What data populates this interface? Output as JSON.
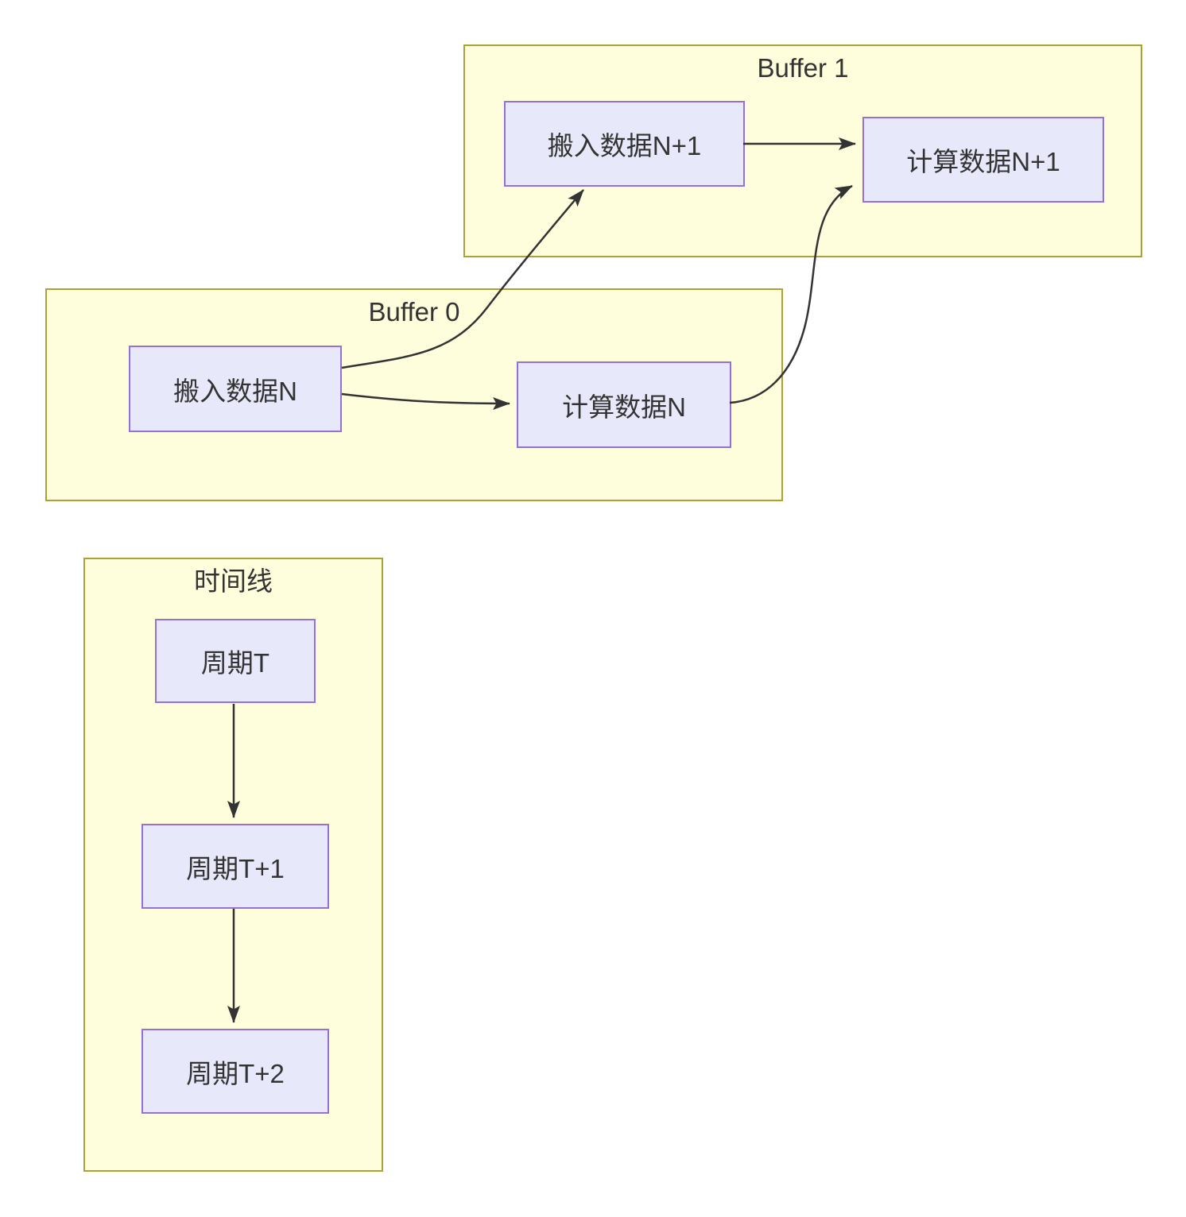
{
  "diagram": {
    "containers": [
      {
        "id": "buffer-1",
        "label": "Buffer 1",
        "nodes": [
          {
            "id": "move-data-n1",
            "label": "搬入数据N+1"
          },
          {
            "id": "calc-data-n1",
            "label": "计算数据N+1"
          }
        ]
      },
      {
        "id": "buffer-0",
        "label": "Buffer 0",
        "nodes": [
          {
            "id": "move-data-n",
            "label": "搬入数据N"
          },
          {
            "id": "calc-data-n",
            "label": "计算数据N"
          }
        ]
      },
      {
        "id": "timeline",
        "label": "时间线",
        "nodes": [
          {
            "id": "cycle-t",
            "label": "周期T"
          },
          {
            "id": "cycle-t1",
            "label": "周期T+1"
          },
          {
            "id": "cycle-t2",
            "label": "周期T+2"
          }
        ]
      }
    ],
    "edges": [
      {
        "from": "搬入数据N+1",
        "to": "计算数据N+1"
      },
      {
        "from": "搬入数据N",
        "to": "搬入数据N+1"
      },
      {
        "from": "搬入数据N",
        "to": "计算数据N"
      },
      {
        "from": "计算数据N",
        "to": "计算数据N+1"
      },
      {
        "from": "周期T",
        "to": "周期T+1"
      },
      {
        "from": "周期T+1",
        "to": "周期T+2"
      }
    ],
    "colors": {
      "container_fill": "#fefedc",
      "container_border": "#aaa235",
      "node_fill": "#e8e8fb",
      "node_border": "#9370db",
      "text": "#333333",
      "arrow": "#333333"
    }
  }
}
